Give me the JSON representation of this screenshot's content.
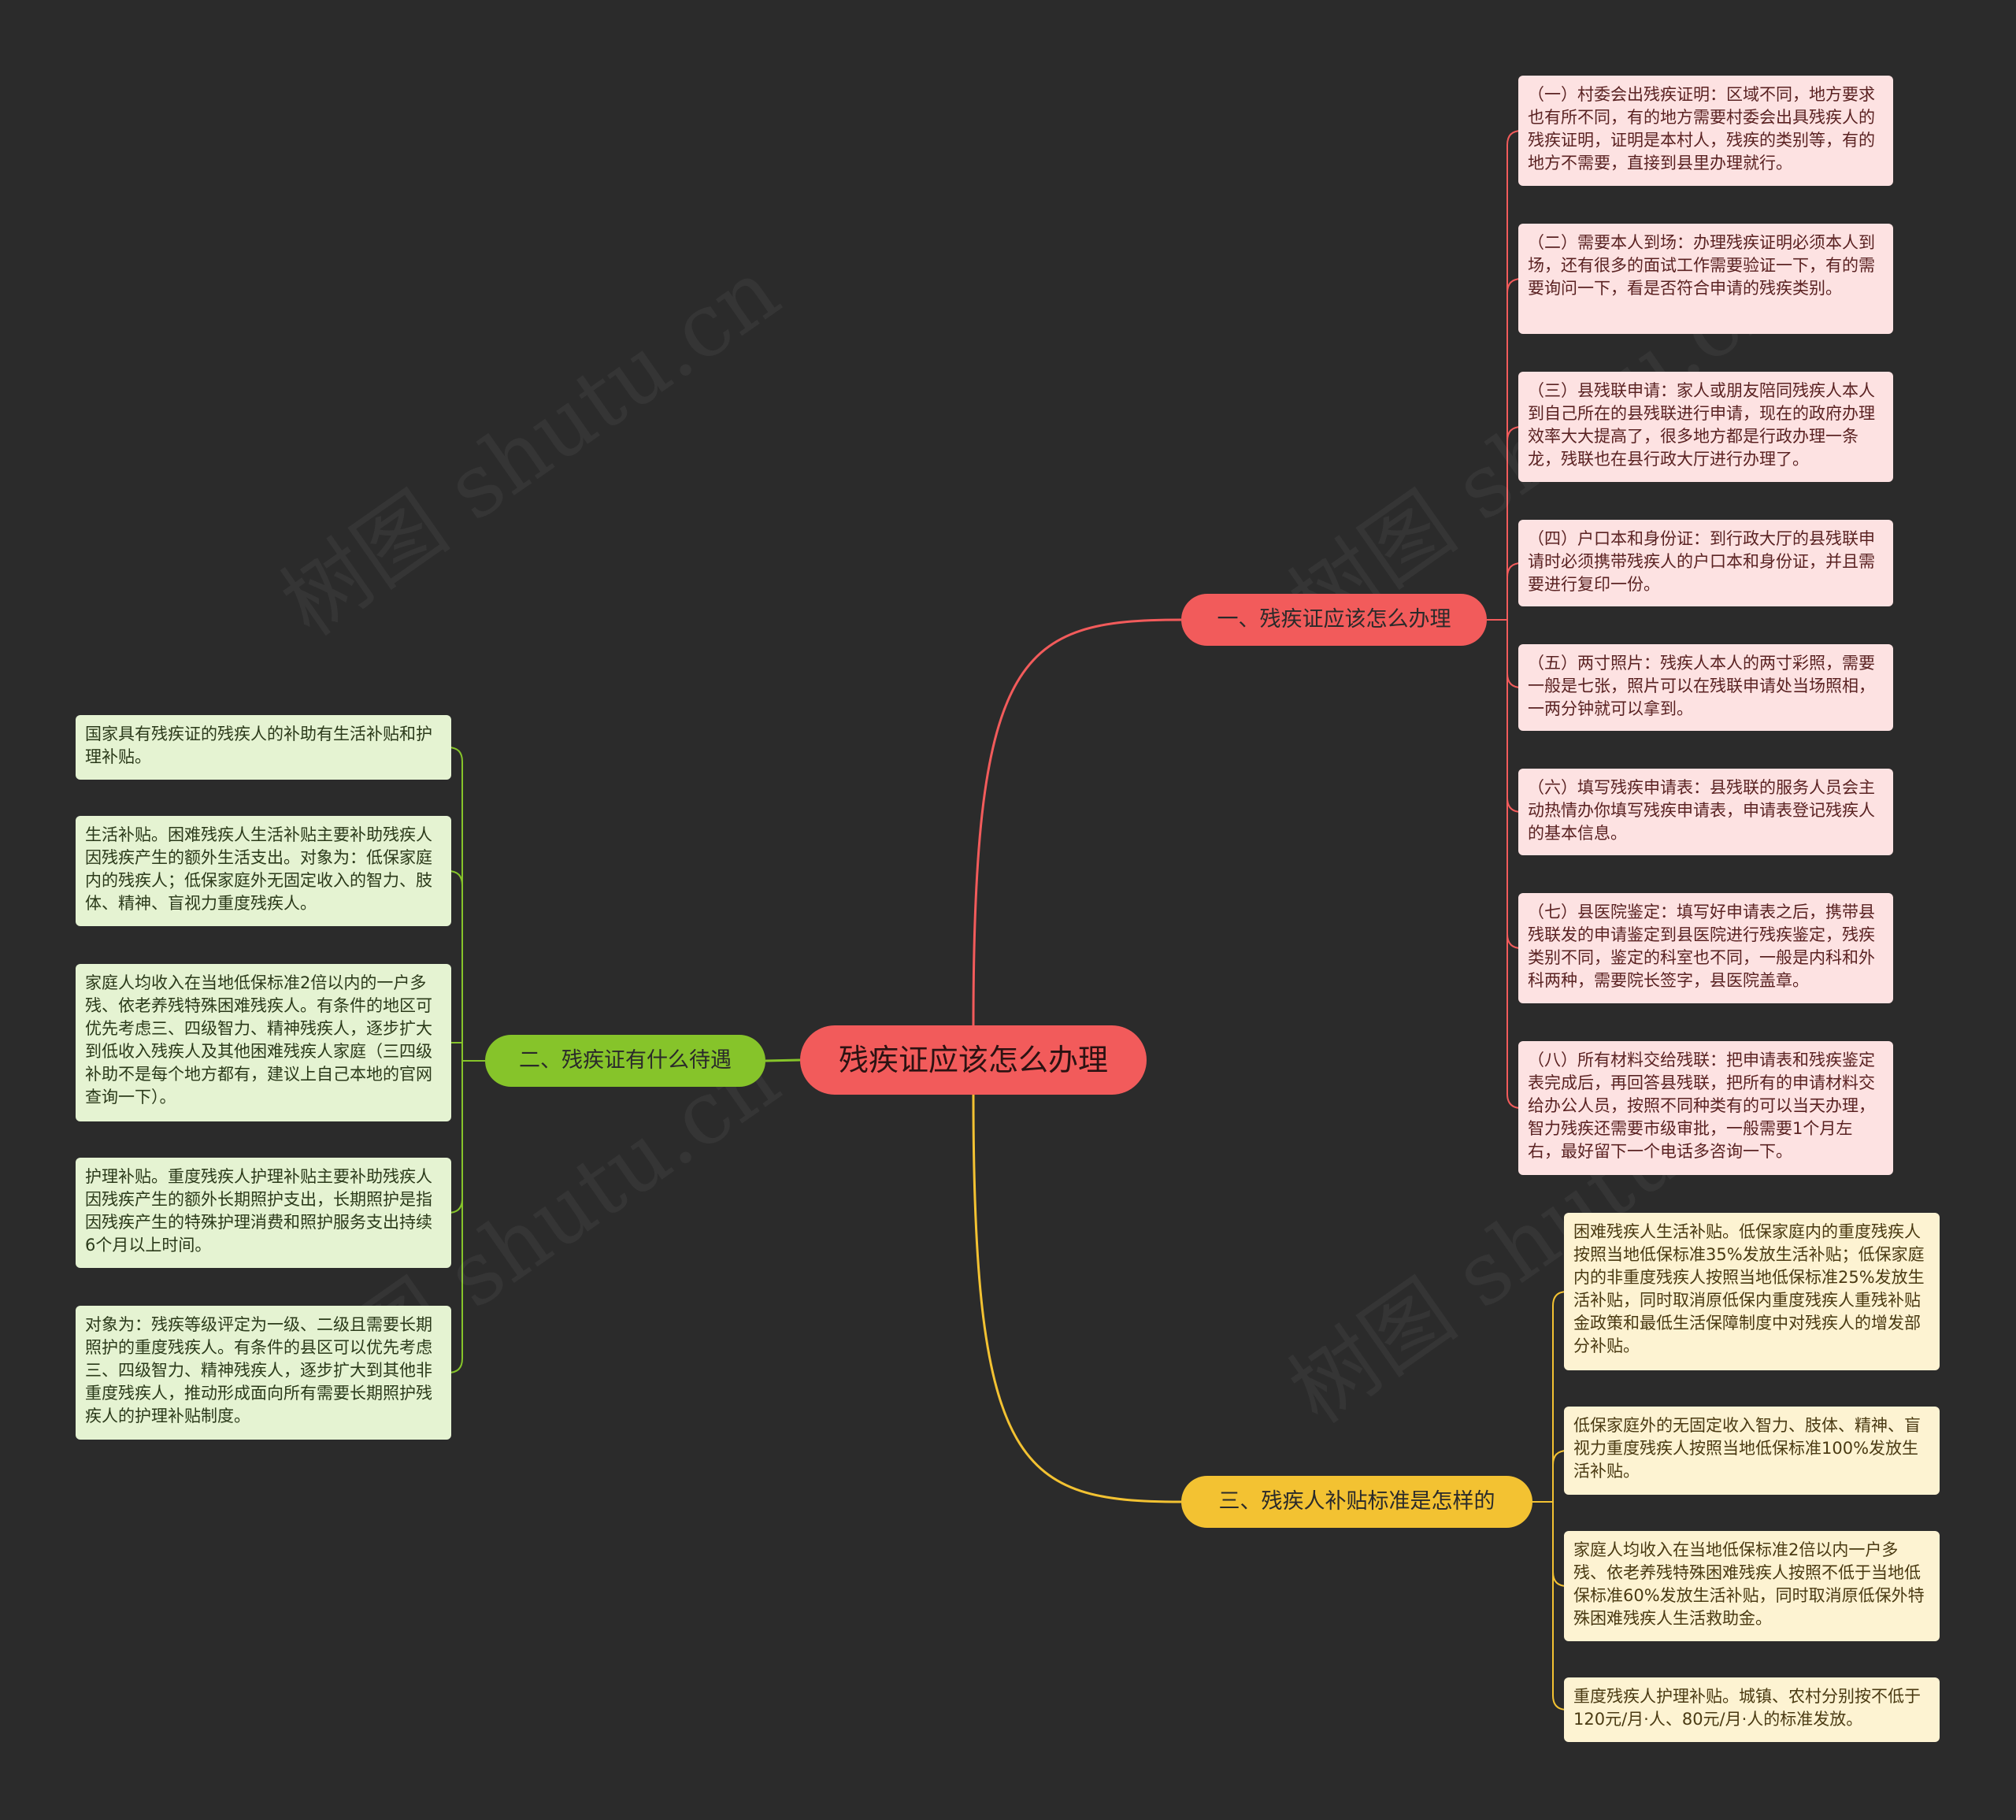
{
  "root": {
    "label": "残疾证应该怎么办理"
  },
  "branches": [
    {
      "label": "一、残疾证应该怎么办理",
      "color": "#f25b5b",
      "items": [
        "（一）村委会出残疾证明：区域不同，地方要求也有所不同，有的地方需要村委会出具残疾人的残疾证明，证明是本村人，残疾的类别等，有的地方不需要，直接到县里办理就行。",
        "（二）需要本人到场：办理残疾证明必须本人到场，还有很多的面试工作需要验证一下，有的需要询问一下，看是否符合申请的残疾类别。",
        "（三）县残联申请：家人或朋友陪同残疾人本人到自己所在的县残联进行申请，现在的政府办理效率大大提高了，很多地方都是行政办理一条龙，残联也在县行政大厅进行办理了。",
        "（四）户口本和身份证：到行政大厅的县残联申请时必须携带残疾人的户口本和身份证，并且需要进行复印一份。",
        "（五）两寸照片：残疾人本人的两寸彩照，需要一般是七张，照片可以在残联申请处当场照相，一两分钟就可以拿到。",
        "（六）填写残疾申请表：县残联的服务人员会主动热情办你填写残疾申请表，申请表登记残疾人的基本信息。",
        "（七）县医院鉴定：填写好申请表之后，携带县残联发的申请鉴定到县医院进行残疾鉴定，残疾类别不同，鉴定的科室也不同，一般是内科和外科两种，需要院长签字，县医院盖章。",
        "（八）所有材料交给残联：把申请表和残疾鉴定表完成后，再回答县残联，把所有的申请材料交给办公人员，按照不同种类有的可以当天办理，智力残疾还需要市级审批，一般需要1个月左右，最好留下一个电话多咨询一下。"
      ]
    },
    {
      "label": "二、残疾证有什么待遇",
      "color": "#86c42a",
      "items": [
        "国家具有残疾证的残疾人的补助有生活补贴和护理补贴。",
        "生活补贴。困难残疾人生活补贴主要补助残疾人因残疾产生的额外生活支出。对象为：低保家庭内的残疾人；低保家庭外无固定收入的智力、肢体、精神、盲视力重度残疾人。",
        "家庭人均收入在当地低保标准2倍以内的一户多残、依老养残特殊困难残疾人。有条件的地区可优先考虑三、四级智力、精神残疾人，逐步扩大到低收入残疾人及其他困难残疾人家庭（三四级补助不是每个地方都有，建议上自己本地的官网查询一下）。",
        "护理补贴。重度残疾人护理补贴主要补助残疾人因残疾产生的额外长期照护支出，长期照护是指因残疾产生的特殊护理消费和照护服务支出持续6个月以上时间。",
        "对象为：残疾等级评定为一级、二级且需要长期照护的重度残疾人。有条件的县区可以优先考虑三、四级智力、精神残疾人，逐步扩大到其他非重度残疾人，推动形成面向所有需要长期照护残疾人的护理补贴制度。"
      ]
    },
    {
      "label": "三、残疾人补贴标准是怎样的",
      "color": "#f3c232",
      "items": [
        "困难残疾人生活补贴。低保家庭内的重度残疾人按照当地低保标准35%发放生活补贴；低保家庭内的非重度残疾人按照当地低保标准25%发放生活补贴，同时取消原低保内重度残疾人重残补贴金政策和最低生活保障制度中对残疾人的增发部分补贴。",
        "低保家庭外的无固定收入智力、肢体、精神、盲视力重度残疾人按照当地低保标准100%发放生活补贴。",
        "家庭人均收入在当地低保标准2倍以内一户多残、依老养残特殊困难残疾人按照不低于当地低保标准60%发放生活补贴，同时取消原低保外特殊困难残疾人生活救助金。",
        "重度残疾人护理补贴。城镇、农村分别按不低于120元/月·人、80元/月·人的标准发放。"
      ]
    }
  ],
  "watermark": "树图 shutu.cn"
}
